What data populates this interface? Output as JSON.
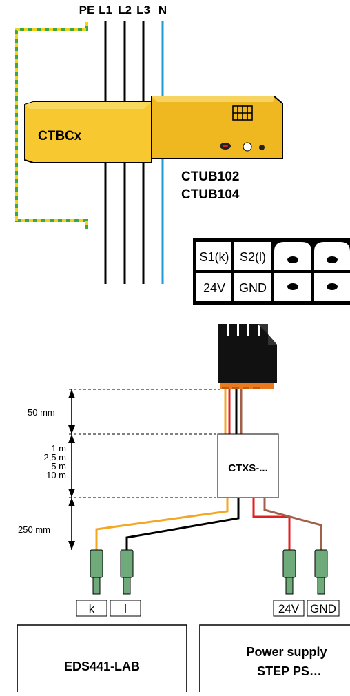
{
  "conductors": {
    "pe": "PE",
    "l1": "L1",
    "l2": "L2",
    "l3": "L3",
    "n": "N"
  },
  "transformer": {
    "label": "CTBCx"
  },
  "unit": {
    "model1": "CTUB102",
    "model2": "CTUB104"
  },
  "terminal_block": {
    "row1": [
      "S1(k)",
      "S2(l)",
      "",
      ""
    ],
    "row2": [
      "24V",
      "GND",
      "",
      ""
    ]
  },
  "dimensions": {
    "d1": "50 mm",
    "d2_lines": [
      "1 m",
      "2,5 m",
      "5 m",
      "10 m"
    ],
    "d3": "250 mm"
  },
  "cable": {
    "label": "CTXS-..."
  },
  "wire_terminals": {
    "k": "k",
    "l": "l",
    "v24": "24V",
    "gnd": "GND"
  },
  "devices": {
    "left": "EDS441-LAB",
    "right_line1": "Power supply",
    "right_line2": "STEP PS…"
  },
  "colors": {
    "pe_green": "#3aa84a",
    "pe_yellow": "#f2d21a",
    "neutral_blue": "#1e9bd7",
    "ct_yellow": "#f7c830",
    "ct_orange": "#e8a51d",
    "wire_orange": "#f5a623",
    "wire_red": "#e02020",
    "wire_brown": "#a0604a",
    "ferrule_green": "#6faa7a"
  }
}
